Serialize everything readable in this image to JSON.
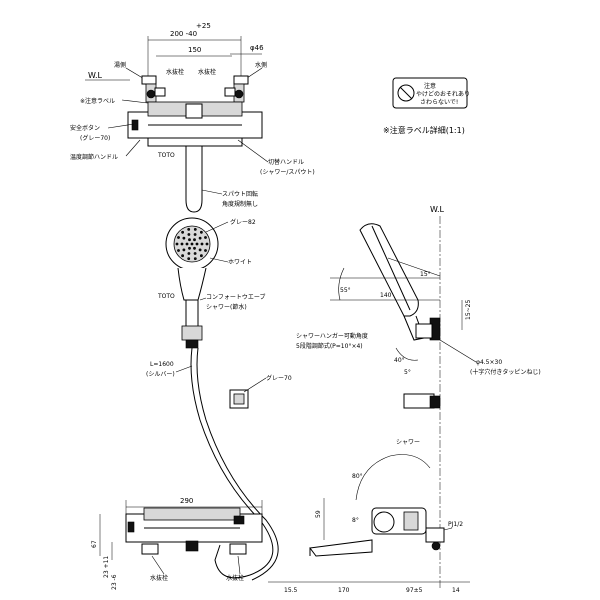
{
  "labels": {
    "wl_left": "W.L",
    "wl_right": "W.L",
    "hot_side": "湯側",
    "water_side": "水側",
    "stop_valve_left": "水抜栓",
    "stop_valve_right": "水抜栓",
    "caution_label_left": "※注意ラベル",
    "safety_button_1": "安全ボタン",
    "safety_button_2": "(グレー70)",
    "temp_handle": "温度調節ハンドル",
    "toto_body": "TOTO",
    "switch_handle_1": "切替ハンドル",
    "switch_handle_2": "(シャワー/スパウト)",
    "spout_rotation_1": "スパウト回転",
    "spout_rotation_2": "角度規制無し",
    "gray82": "グレー82",
    "white": "ホワイト",
    "toto_head": "TOTO",
    "comfort_wave_1": "コンフォートウエーブ",
    "comfort_wave_2": "シャワー(節水)",
    "hose_length_1": "L=1600",
    "hose_length_2": "(シルバー)",
    "gray70": "グレー70",
    "caution_detail": "※注意ラベル詳細(1:1)",
    "caution_label_title": "注意",
    "caution_label_line1": "やけどのおそれあり",
    "caution_label_line2": "さわらないで!",
    "hanger_angle_1": "シャワーハンガー可動角度",
    "hanger_angle_2": "5段階調節式(P=10°×4)",
    "screw_1": "φ4.5×30",
    "screw_2": "(十字穴付きタッピンねじ)",
    "shower_bottom": "シャワー",
    "bottom_stop_valve_left": "水抜栓",
    "bottom_stop_valve_right": "水抜栓",
    "pj": "PJ1/2"
  },
  "dimensions": {
    "plus25": "+25",
    "range200": "200 -40",
    "d150": "150",
    "phi46": "φ46",
    "deg15": "15°",
    "deg55": "55°",
    "d140": "140",
    "d15_25": "15~25",
    "deg40": "40°",
    "deg5": "5°",
    "deg80": "80°",
    "deg8": "8°",
    "d59": "59",
    "d290": "290",
    "d67": "67",
    "d23_11": "23 +11",
    "d23_6": "23 -6",
    "d15_5": "15.5",
    "d170": "170",
    "d97": "97±5",
    "d14": "14"
  }
}
